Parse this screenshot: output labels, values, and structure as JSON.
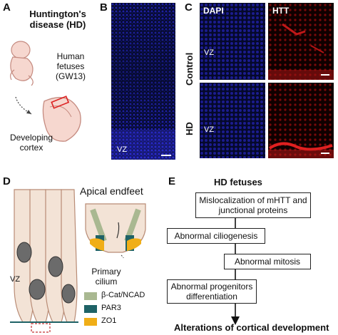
{
  "panels": {
    "a": {
      "label": "A",
      "title": "Huntington's disease (HD)",
      "fetus_label": "Human fetuses (GW13)",
      "cortex_label": "Developing cortex"
    },
    "b": {
      "label": "B",
      "vz": "VZ"
    },
    "c": {
      "label": "C",
      "dapi": "DAPI",
      "htt": "HTT",
      "row_control": "Control",
      "row_hd": "HD",
      "vz_top": "VZ",
      "vz_bottom": "VZ"
    },
    "d": {
      "label": "D",
      "apical": "Apical endfeet",
      "cilium": "Primary cilium",
      "vz": "VZ",
      "legend": [
        {
          "text": "β-Cat/NCAD",
          "color": "#a9b891"
        },
        {
          "text": "PAR3",
          "color": "#1e6266"
        },
        {
          "text": "ZO1",
          "color": "#f0ae17"
        }
      ]
    },
    "e": {
      "label": "E",
      "top": "HD fetuses",
      "steps": [
        "Mislocalization of mHTT and junctional proteins",
        "Abnormal ciliogenesis",
        "Abnormal mitosis",
        "Abnormal progenitors differentiation"
      ],
      "bottom": "Alterations of cortical development"
    }
  }
}
